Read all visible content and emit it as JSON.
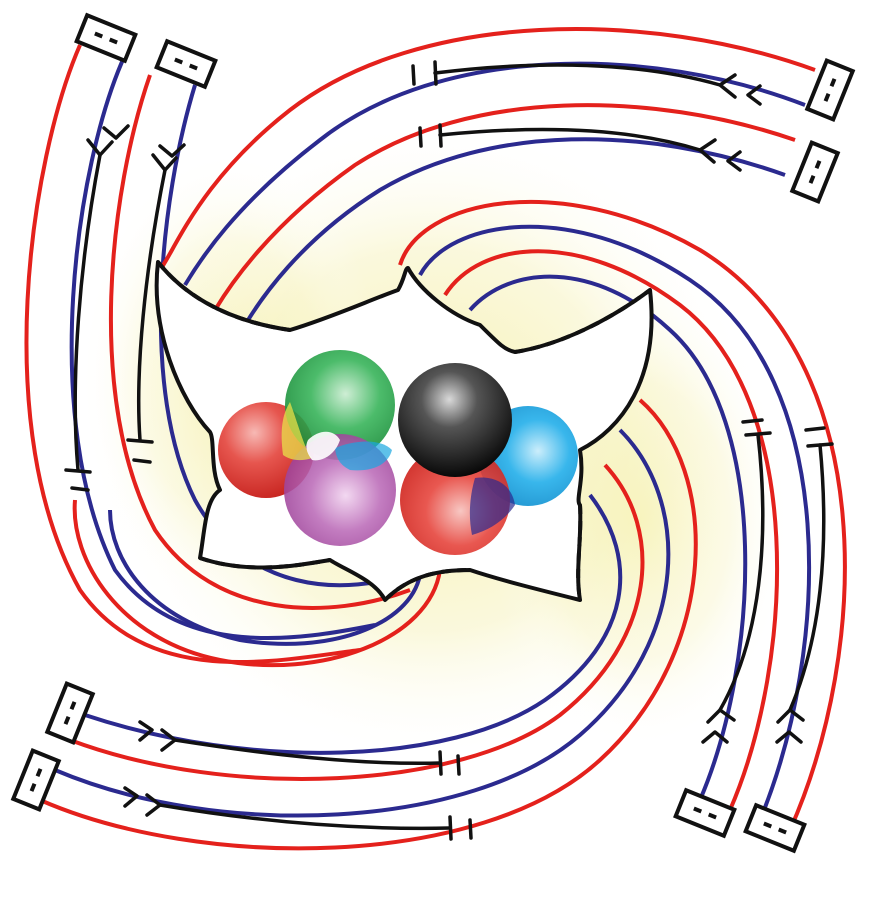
{
  "diagram": {
    "colors": {
      "strand_red": "#e4211c",
      "strand_blue": "#2b2a8f",
      "strand_black": "#111111",
      "glow": "#f5f0a8",
      "background": "#ffffff"
    },
    "arms": [
      {
        "id": "top-left",
        "box_count": 2
      },
      {
        "id": "top-right",
        "box_count": 2
      },
      {
        "id": "bottom-right",
        "box_count": 2
      },
      {
        "id": "bottom-left",
        "box_count": 2
      }
    ],
    "spheres": [
      {
        "name": "red-sphere-left",
        "color": "#e02a24"
      },
      {
        "name": "green-sphere",
        "color": "#17a03a"
      },
      {
        "name": "magenta-sphere",
        "color": "#a23a9a"
      },
      {
        "name": "black-sphere",
        "color": "#111111"
      },
      {
        "name": "cyan-sphere",
        "color": "#12a6e4"
      },
      {
        "name": "red-sphere-right",
        "color": "#e02a24"
      }
    ],
    "icons": [
      "rectangular-box-icon",
      "tbar-end-icon",
      "y-fork-icon",
      "chevron-icon"
    ]
  }
}
